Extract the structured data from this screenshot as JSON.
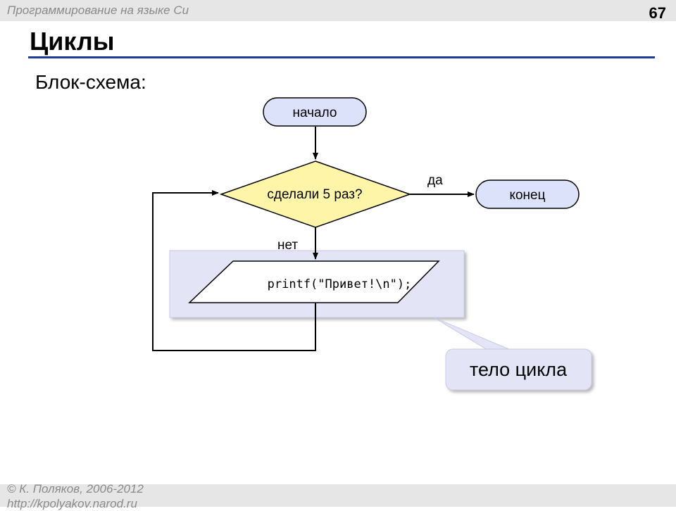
{
  "header": {
    "course_title": "Программирование на языке Си",
    "page_number": "67"
  },
  "slide": {
    "title": "Циклы",
    "subtitle": "Блок-схема:"
  },
  "flowchart": {
    "start_label": "начало",
    "condition_label": "сделали 5 раз?",
    "yes_label": "да",
    "no_label": "нет",
    "end_label": "конец",
    "io_label": "printf(\"Привет!\\n\");",
    "callout_label": "тело цикла"
  },
  "footer": {
    "copyright": "© К. Поляков, 2006-2012",
    "url": "http://kpolyakov.narod.ru"
  },
  "colors": {
    "terminal_fill": "#dde2fb",
    "decision_fill": "#fff5a8",
    "body_area_fill": "#e3e5f7",
    "title_rule": "#1f3a9a",
    "chrome_gray": "#e6e6e6"
  }
}
